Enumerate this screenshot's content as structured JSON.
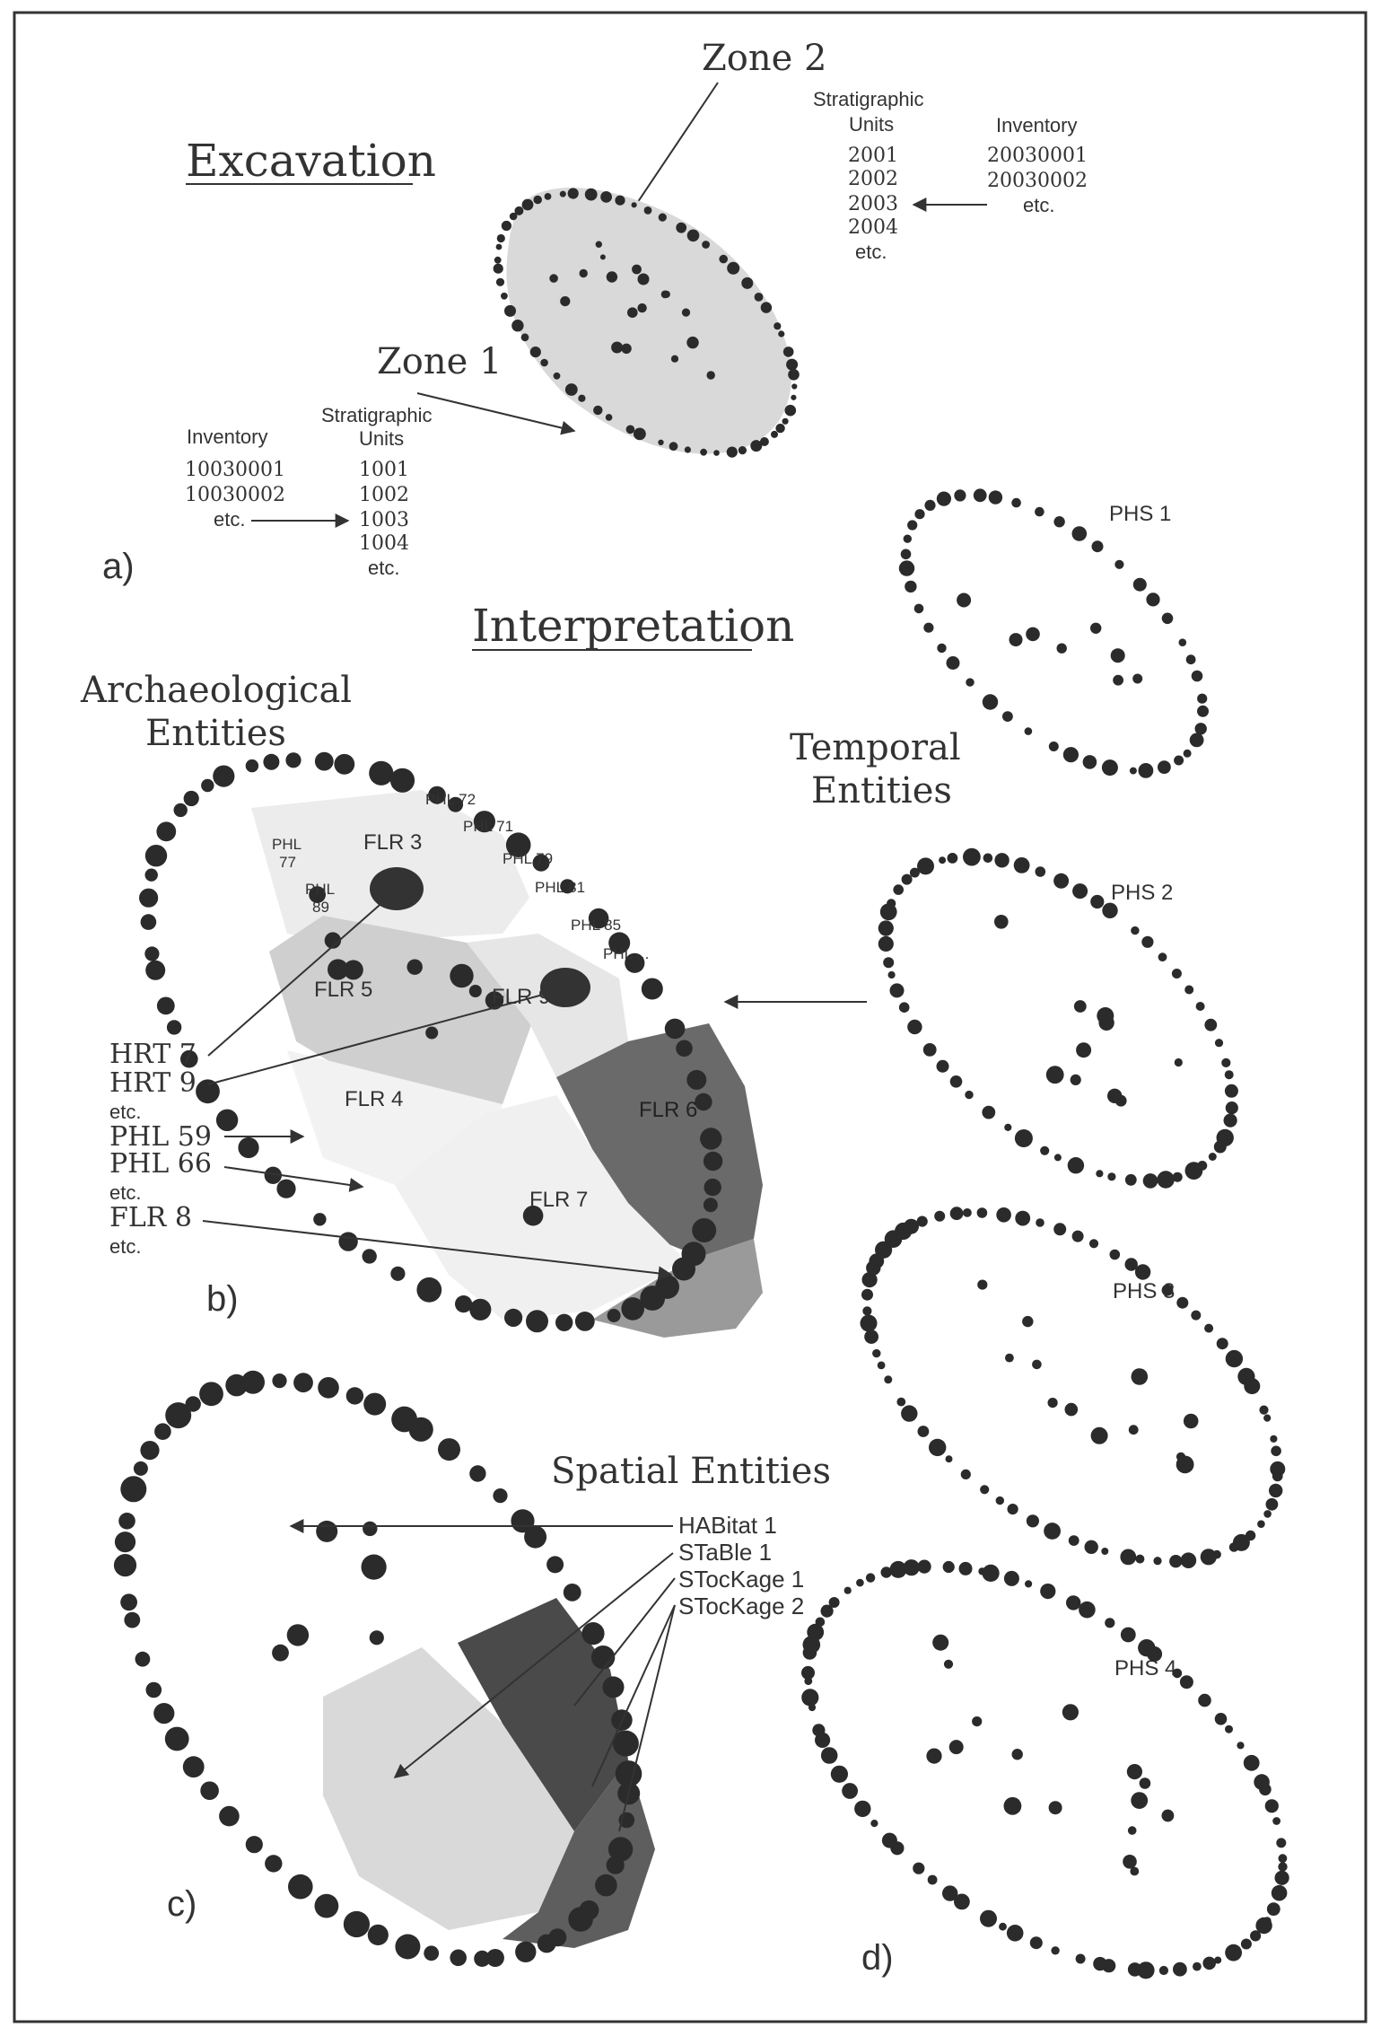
{
  "panels": {
    "a": {
      "panel_label": "a)",
      "title": "Excavation",
      "zone2": "Zone 2",
      "zone1": "Zone 1",
      "left_table": {
        "inventory_header": "Inventory",
        "inventory_values": [
          "10030001",
          "10030002",
          "etc."
        ],
        "strat_header_lines": [
          "Stratigraphic",
          "Units"
        ],
        "strat_values": [
          "1001",
          "1002",
          "1003",
          "1004",
          "etc."
        ]
      },
      "right_table": {
        "strat_header_lines": [
          "Stratigraphic",
          "Units"
        ],
        "strat_values": [
          "2001",
          "2002",
          "2003",
          "2004",
          "etc."
        ],
        "inventory_header": "Inventory",
        "inventory_values": [
          "20030001",
          "20030002",
          "etc."
        ]
      }
    },
    "b": {
      "panel_label": "b)",
      "interpretation_title": "Interpretation",
      "title_lines": [
        "Archaeological",
        "Entities"
      ],
      "plan_labels": {
        "flr3": "FLR 3",
        "flr5": "FLR 5",
        "flr9": "FLR 9",
        "flr4": "FLR 4",
        "flr6": "FLR 6",
        "flr7": "FLR 7",
        "phl77_lines": [
          "PHL",
          "77"
        ],
        "phl89_lines": [
          "PHL",
          "89"
        ],
        "phl72": "PHL 72",
        "phl71": "PHL 71",
        "phl79": "PHL 79",
        "phl81": "PHL 81",
        "phl85": "PHL 85",
        "phl_more": "PHL ..."
      },
      "legend": [
        "HRT 7",
        "HRT 9",
        "etc.",
        "PHL 59",
        "PHL 66",
        "etc.",
        "FLR 8",
        "etc."
      ]
    },
    "temporal": {
      "title_lines": [
        "Temporal",
        "Entities"
      ],
      "phases": [
        "PHS 1",
        "PHS 2",
        "PHS 3",
        "PHS 4"
      ],
      "panel_label": "d)"
    },
    "c": {
      "panel_label": "c)",
      "title": "Spatial Entities",
      "legend": [
        "HABitat 1",
        "STaBle 1",
        "STocKage 1",
        "STocKage 2"
      ]
    }
  },
  "colors": {
    "border": "#333333",
    "light_fill": "#d9d9d9",
    "mid_fill": "#bdbdbd",
    "dark_fill": "#6a6a6a",
    "darkest_fill": "#4a4a4a",
    "post_holes": "#2b2b2b"
  }
}
